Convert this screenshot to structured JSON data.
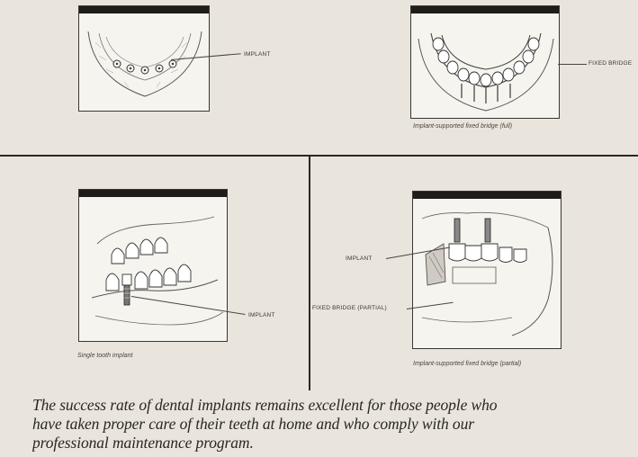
{
  "panels": {
    "lower_implants": {
      "label": "IMPLANT"
    },
    "full_bridge": {
      "label": "FIXED BRIDGE",
      "caption": "Implant-supported fixed bridge (full)"
    },
    "single_tooth": {
      "label": "IMPLANT",
      "caption": "Single tooth implant"
    },
    "partial_bridge": {
      "label_implant": "IMPLANT",
      "label_bridge": "FIXED BRIDGE (PARTIAL)",
      "caption": "Implant-supported fixed bridge (partial)"
    }
  },
  "footer": {
    "line1": "The success rate of dental implants remains excellent for those people who",
    "line2": "have taken proper care of their teeth at home and who comply with our",
    "line3": "professional maintenance program."
  }
}
